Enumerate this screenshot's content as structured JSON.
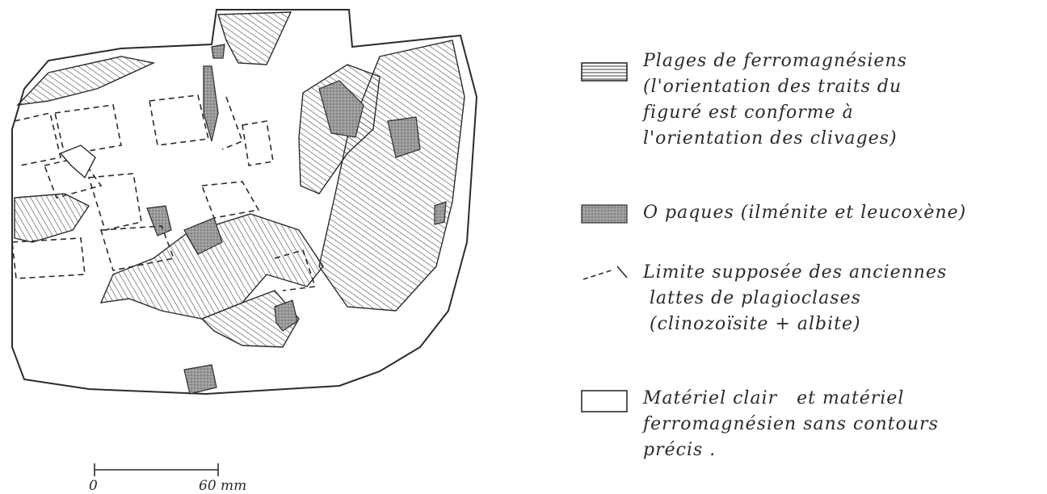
{
  "legend": [
    {
      "key": "ferromagnesiens",
      "lines": [
        "Plages de ferromagnésiens",
        "(l'orientation des traits du",
        "figuré est conforme à",
        "l'orientation des clivages)"
      ]
    },
    {
      "key": "opaques",
      "lines": [
        "O paques (ilménite et leucoxène)"
      ]
    },
    {
      "key": "limite",
      "lines": [
        "Limite supposée des anciennes",
        "lattes de plagioclases",
        "(clinozoïsite + albite)"
      ]
    },
    {
      "key": "materiel",
      "lines": [
        "Matériel clair   et matériel",
        "ferromagnésien sans contours",
        "précis ."
      ]
    }
  ],
  "scale": {
    "start": "0",
    "end": "60 mm"
  },
  "colors": {
    "ink": "#2b2b2b",
    "opaque": "#8f8f8f",
    "hatch": "#3a3a3a"
  }
}
